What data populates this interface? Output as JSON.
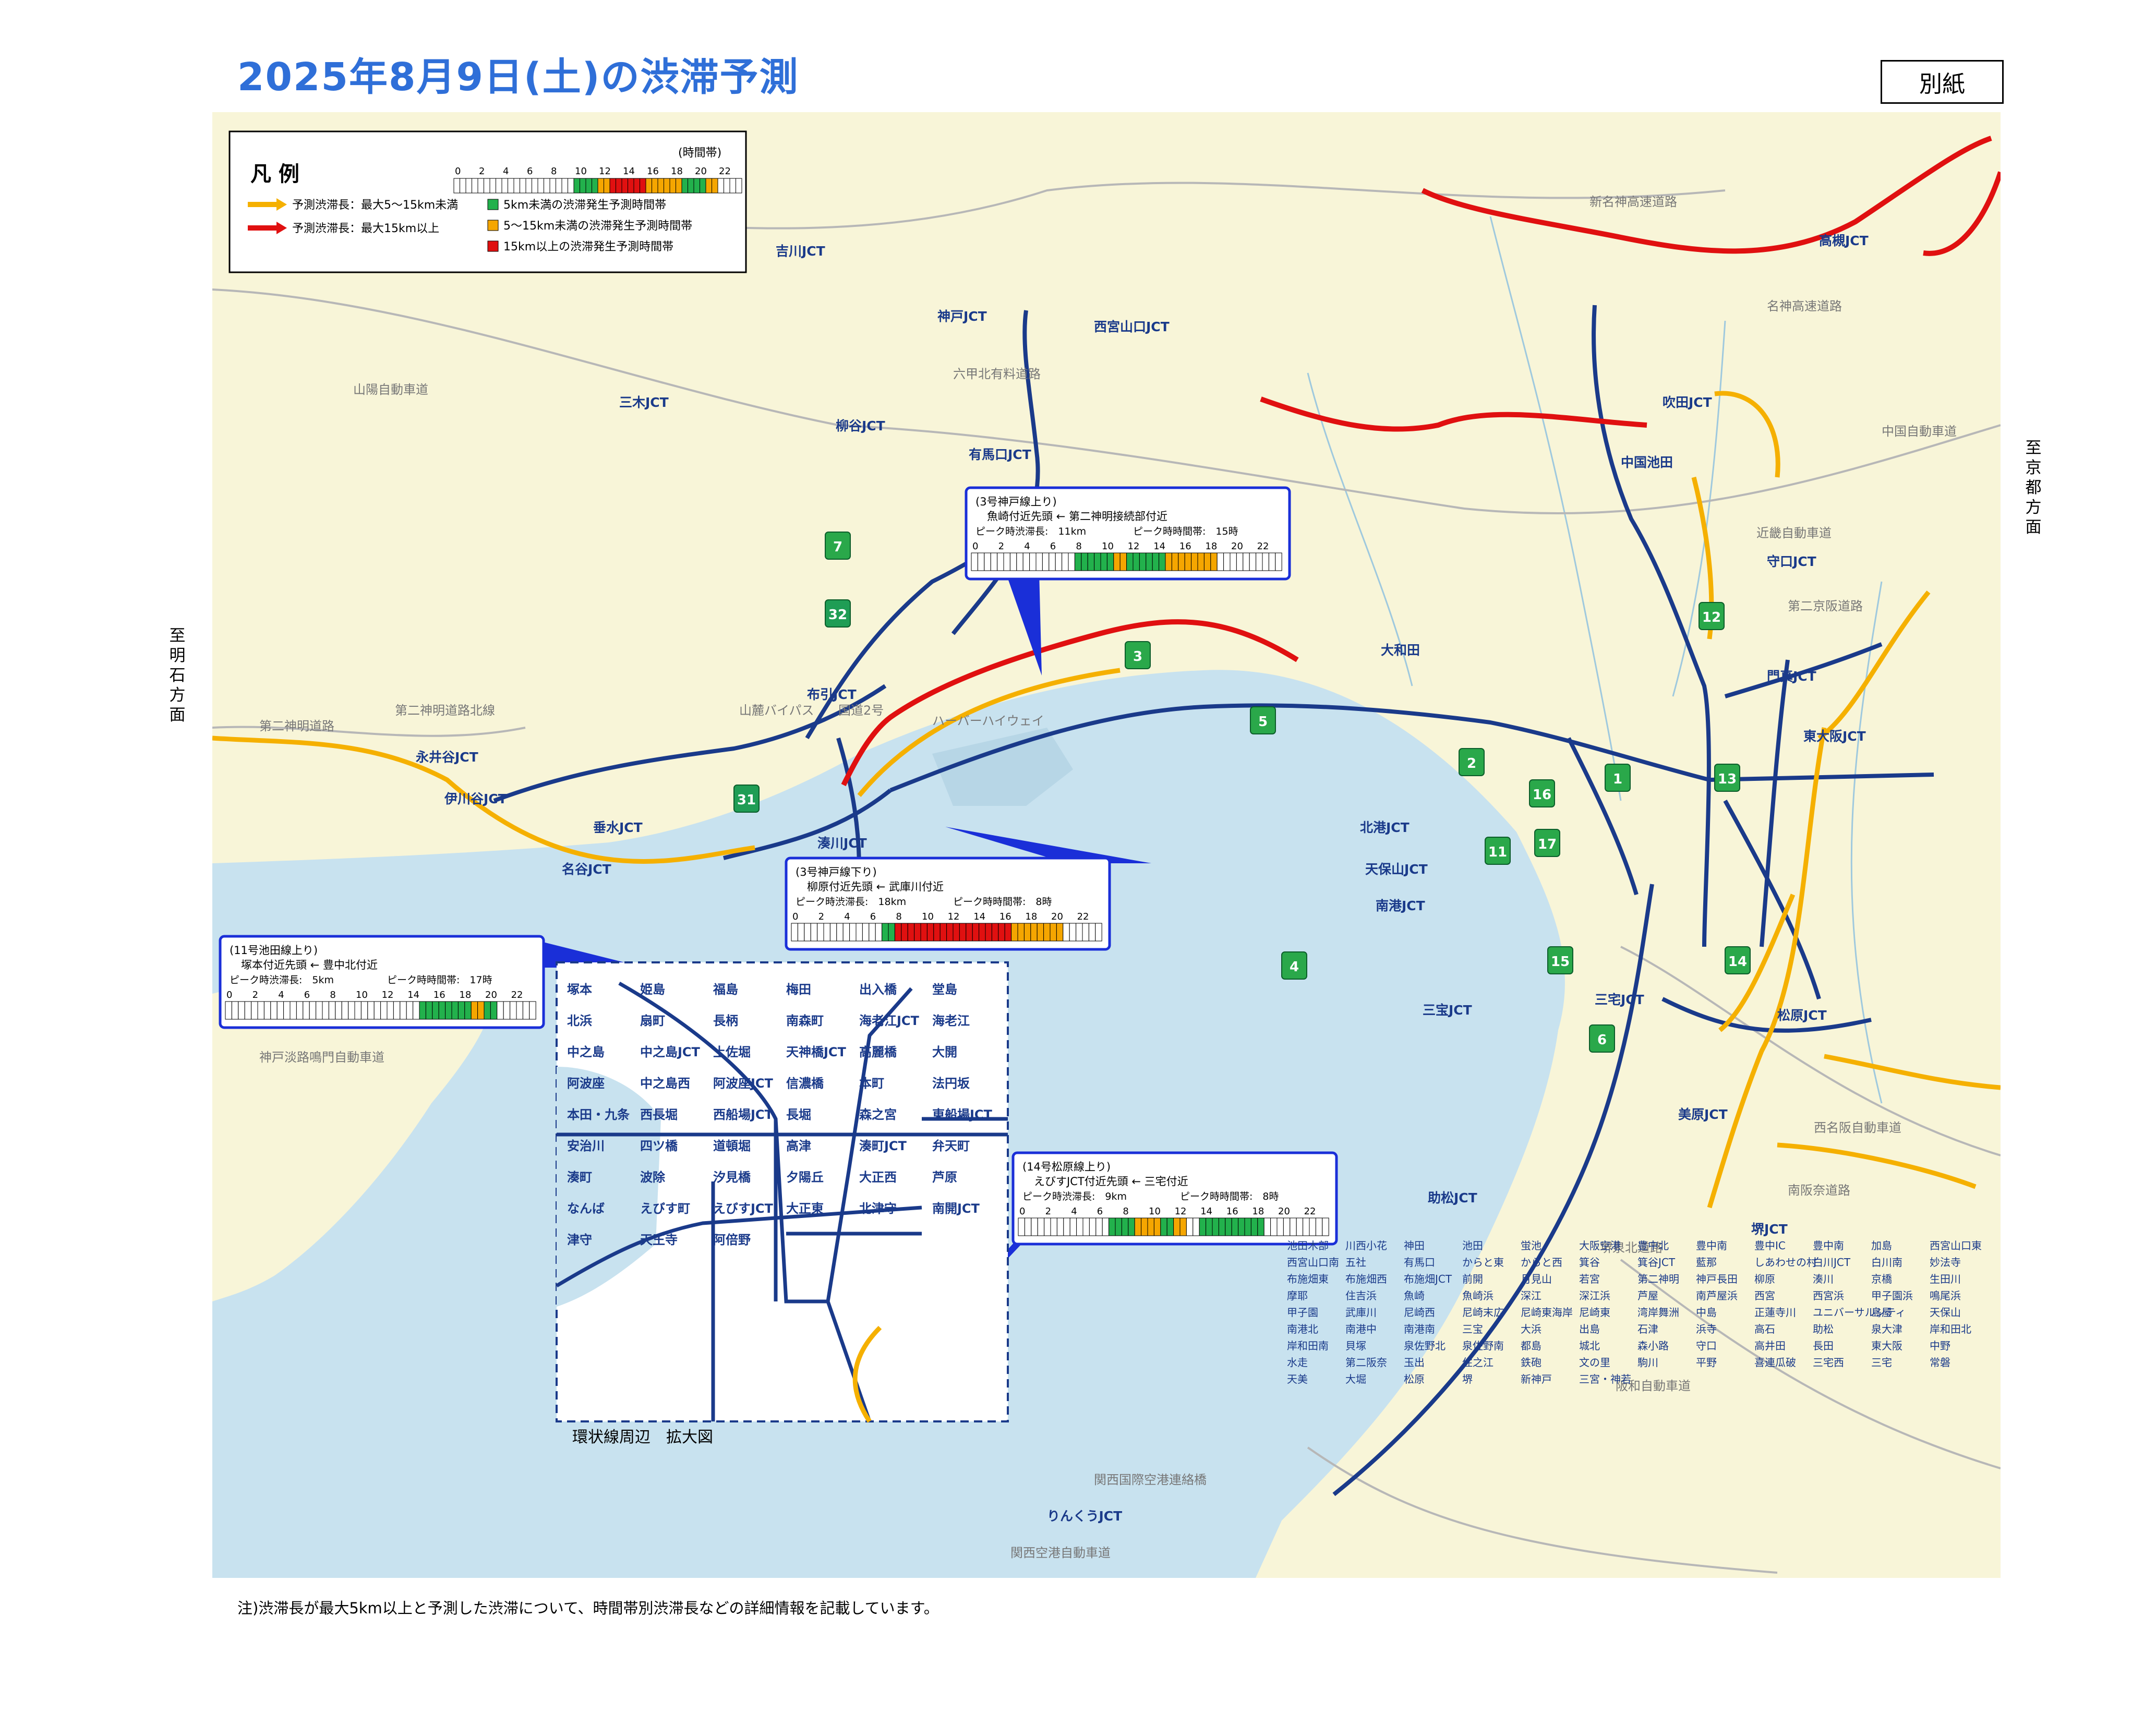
{
  "title": "2025年8月9日(土)の渋滞予測",
  "annex_label": "別紙",
  "footnote": "注)渋滞長が最大5km以上と予測した渋滞について、時間帯別渋滞長などの詳細情報を記載しています。",
  "edge_labels": {
    "left": "至明石方面",
    "right": "至京都方面"
  },
  "legend": {
    "title": "凡 例",
    "time_header": "(時間帯)",
    "hours": [
      "0",
      "2",
      "4",
      "6",
      "8",
      "10",
      "12",
      "14",
      "16",
      "18",
      "20",
      "22"
    ],
    "cells": [
      "w",
      "w",
      "w",
      "w",
      "w",
      "w",
      "w",
      "w",
      "w",
      "w",
      "w",
      "w",
      "w",
      "w",
      "w",
      "w",
      "w",
      "w",
      "w",
      "w",
      "g",
      "g",
      "g",
      "g",
      "o",
      "o",
      "r",
      "r",
      "r",
      "r",
      "r",
      "r",
      "o",
      "o",
      "o",
      "o",
      "o",
      "o",
      "g",
      "g",
      "g",
      "g",
      "o",
      "o",
      "w",
      "w",
      "w",
      "w"
    ],
    "items": [
      {
        "text": "予測渋滞長：最大5～15km未満",
        "kind": "orange-arrow"
      },
      {
        "text": "予測渋滞長：最大15km以上",
        "kind": "red-arrow"
      }
    ],
    "swatches": [
      {
        "text": "5km未満の渋滞発生予測時間帯",
        "color": "#22b14c"
      },
      {
        "text": "5～15km未満の渋滞発生予測時間帯",
        "color": "#f5a600"
      },
      {
        "text": "15km以上の渋滞発生予測時間帯",
        "color": "#e01010"
      }
    ]
  },
  "callouts": [
    {
      "id": "kobe-up",
      "heading": "(3号神戸線上り)",
      "line1": "魚崎付近先頭 ← 第二神明接続部付近",
      "peak_len": "ピーク時渋滞長:　11km",
      "peak_time": "ピーク時時間帯:　15時",
      "cells": [
        "w",
        "w",
        "w",
        "w",
        "w",
        "w",
        "w",
        "w",
        "w",
        "w",
        "w",
        "w",
        "w",
        "w",
        "w",
        "w",
        "g",
        "g",
        "g",
        "g",
        "g",
        "g",
        "o",
        "o",
        "g",
        "g",
        "g",
        "g",
        "g",
        "g",
        "o",
        "o",
        "o",
        "o",
        "o",
        "o",
        "o",
        "o",
        "w",
        "w",
        "w",
        "w",
        "w",
        "w",
        "w",
        "w",
        "w",
        "w"
      ]
    },
    {
      "id": "kobe-down",
      "heading": "(3号神戸線下り)",
      "line1": "柳原付近先頭 ← 武庫川付近",
      "peak_len": "ピーク時渋滞長:　18km",
      "peak_time": "ピーク時時間帯:　8時",
      "cells": [
        "w",
        "w",
        "w",
        "w",
        "w",
        "w",
        "w",
        "w",
        "w",
        "w",
        "w",
        "w",
        "w",
        "w",
        "g",
        "g",
        "r",
        "r",
        "r",
        "r",
        "r",
        "r",
        "r",
        "r",
        "r",
        "r",
        "r",
        "r",
        "r",
        "r",
        "r",
        "r",
        "r",
        "r",
        "o",
        "o",
        "o",
        "o",
        "o",
        "o",
        "o",
        "o",
        "w",
        "w",
        "w",
        "w",
        "w",
        "w"
      ]
    },
    {
      "id": "ikeda-up",
      "heading": "(11号池田線上り)",
      "line1": "塚本付近先頭 ← 豊中北付近",
      "peak_len": "ピーク時渋滞長:　5km",
      "peak_time": "ピーク時時間帯:　17時",
      "cells": [
        "w",
        "w",
        "w",
        "w",
        "w",
        "w",
        "w",
        "w",
        "w",
        "w",
        "w",
        "w",
        "w",
        "w",
        "w",
        "w",
        "w",
        "w",
        "w",
        "w",
        "w",
        "w",
        "w",
        "w",
        "w",
        "w",
        "w",
        "w",
        "w",
        "w",
        "g",
        "g",
        "g",
        "g",
        "g",
        "g",
        "g",
        "g",
        "o",
        "o",
        "g",
        "g",
        "w",
        "w",
        "w",
        "w",
        "w",
        "w"
      ]
    },
    {
      "id": "matsubara-up",
      "heading": "(14号松原線上り)",
      "line1": "えびすJCT付近先頭 ← 三宅付近",
      "peak_len": "ピーク時渋滞長:　9km",
      "peak_time": "ピーク時時間帯:　8時",
      "cells": [
        "w",
        "w",
        "w",
        "w",
        "w",
        "w",
        "w",
        "w",
        "w",
        "w",
        "w",
        "w",
        "w",
        "w",
        "g",
        "g",
        "g",
        "g",
        "o",
        "o",
        "o",
        "o",
        "g",
        "g",
        "o",
        "o",
        "w",
        "w",
        "g",
        "g",
        "g",
        "g",
        "g",
        "g",
        "g",
        "g",
        "g",
        "g",
        "w",
        "w",
        "w",
        "w",
        "w",
        "w",
        "w",
        "w",
        "w",
        "w"
      ]
    }
  ],
  "inset_caption": "環状線周辺　拡大図",
  "route_numbers": [
    "1",
    "2",
    "3",
    "4",
    "5",
    "6",
    "7",
    "11",
    "12",
    "13",
    "14",
    "15",
    "16",
    "17",
    "31",
    "32"
  ],
  "map_labels": {
    "expressways": [
      "新名神高速道路",
      "名神高速道路",
      "中国自動車道",
      "山陽自動車道",
      "六甲北有料道路",
      "第二神明道路北線",
      "第二神明道路",
      "近畿自動車道",
      "第二京阪道路",
      "西名阪自動車道",
      "南阪奈道路",
      "堺泉北道路",
      "阪和自動車道",
      "関西国際空港連絡橋",
      "関西空港自動車道",
      "神戸淡路鳴門自動車道",
      "山麓バイパス",
      "ハーバーハイウェイ",
      "国道2号"
    ],
    "jcts": [
      "高槻JCT",
      "吹田JCT",
      "吉川JCT",
      "神戸JCT",
      "三木JCT",
      "西宮山口JCT",
      "有馬口JCT",
      "柳谷JCT",
      "永井谷JCT",
      "伊川谷JCT",
      "垂水JCT",
      "名谷JCT",
      "布引JCT",
      "湊川JCT",
      "中国池田",
      "守口JCT",
      "門真JCT",
      "東大阪JCT",
      "松原JCT",
      "美原JCT",
      "堺JCT",
      "りんくうJCT",
      "北港JCT",
      "南港JCT",
      "天保山JCT",
      "三宝JCT",
      "三宅JCT",
      "助松JCT",
      "大和田"
    ],
    "points": [
      "池田木部",
      "川西小花",
      "神田",
      "池田",
      "蛍池",
      "大阪空港",
      "豊中北",
      "豊中南",
      "豊中IC",
      "豊中南",
      "加島",
      "西宮山口東",
      "西宮山口南",
      "五社",
      "有馬口",
      "からと東",
      "からと西",
      "箕谷",
      "箕谷JCT",
      "藍那",
      "しあわせの村",
      "白川JCT",
      "白川南",
      "妙法寺",
      "布施畑東",
      "布施畑西",
      "布施畑JCT",
      "前開",
      "月見山",
      "若宮",
      "第二神明",
      "神戸長田",
      "柳原",
      "湊川",
      "京橋",
      "生田川",
      "摩耶",
      "住吉浜",
      "魚崎",
      "魚崎浜",
      "深江",
      "深江浜",
      "芦屋",
      "南芦屋浜",
      "西宮",
      "西宮浜",
      "甲子園浜",
      "鳴尾浜",
      "甲子園",
      "武庫川",
      "尼崎西",
      "尼崎末広",
      "尼崎東海岸",
      "尼崎東",
      "湾岸舞洲",
      "中島",
      "正蓮寺川",
      "ユニバーサルシティ",
      "島屋",
      "天保山",
      "南港北",
      "南港中",
      "南港南",
      "三宝",
      "大浜",
      "出島",
      "石津",
      "浜寺",
      "高石",
      "助松",
      "泉大津",
      "岸和田北",
      "岸和田南",
      "貝塚",
      "泉佐野北",
      "泉佐野南",
      "都島",
      "城北",
      "森小路",
      "守口",
      "高井田",
      "長田",
      "東大阪",
      "中野",
      "水走",
      "第二阪奈",
      "玉出",
      "住之江",
      "鉄砲",
      "文の里",
      "駒川",
      "平野",
      "喜連瓜破",
      "三宅西",
      "三宅",
      "常磐",
      "天美",
      "大堀",
      "松原",
      "堺",
      "新神戸",
      "三宮・神若"
    ]
  },
  "inset_labels": [
    "塚本",
    "姫島",
    "福島",
    "梅田",
    "出入橋",
    "堂島",
    "北浜",
    "扇町",
    "長柄",
    "南森町",
    "海老江JCT",
    "海老江",
    "中之島",
    "中之島JCT",
    "土佐堀",
    "天神橋JCT",
    "高麗橋",
    "大開",
    "阿波座",
    "中之島西",
    "阿波座JCT",
    "信濃橋",
    "本町",
    "法円坂",
    "本田・九条",
    "西長堀",
    "西船場JCT",
    "長堀",
    "森之宮",
    "東船場JCT",
    "安治川",
    "四ツ橋",
    "道頓堀",
    "高津",
    "湊町JCT",
    "弁天町",
    "湊町",
    "波除",
    "汐見橋",
    "夕陽丘",
    "大正西",
    "芦原",
    "なんば",
    "えびす町",
    "えびすJCT",
    "大正東",
    "北津守",
    "南開JCT",
    "津守",
    "天王寺",
    "阿倍野"
  ]
}
